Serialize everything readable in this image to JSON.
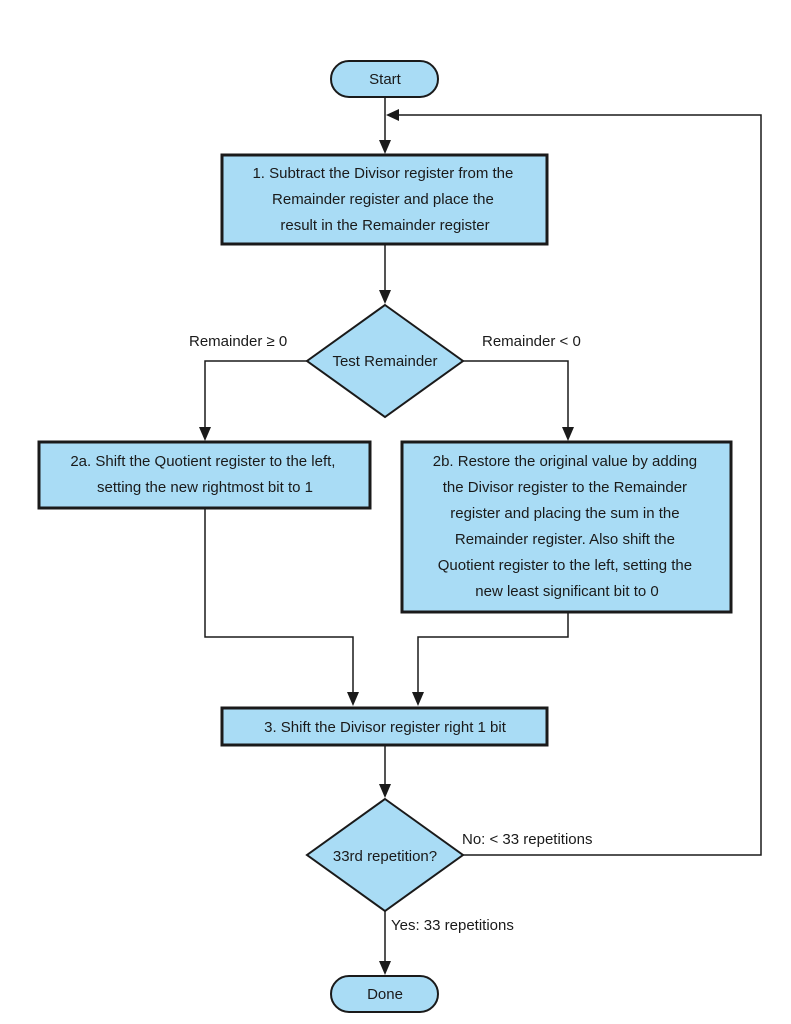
{
  "nodes": {
    "start": {
      "text": "Start"
    },
    "step1": {
      "lines": [
        "1.  Subtract the Divisor register from the",
        "Remainder register and place the",
        "result in the Remainder register"
      ]
    },
    "test_remainder": {
      "text": "Test Remainder"
    },
    "step2a": {
      "lines": [
        "2a.  Shift the Quotient register to the left,",
        "setting the new rightmost bit to 1"
      ]
    },
    "step2b": {
      "lines": [
        "2b.  Restore the original value by adding",
        "the Divisor register to the Remainder",
        "register and placing the sum in the",
        "Remainder register. Also shift the",
        "Quotient register to the left, setting the",
        "new least significant bit to 0"
      ]
    },
    "step3": {
      "text": "3.  Shift the Divisor register right 1 bit"
    },
    "repetition_test": {
      "text": "33rd repetition?"
    },
    "done": {
      "text": "Done"
    }
  },
  "edges": {
    "remainder_ge_zero": "Remainder ≥ 0",
    "remainder_lt_zero": "Remainder < 0",
    "not_done": "No: < 33 repetitions",
    "done": "Yes: 33 repetitions"
  }
}
